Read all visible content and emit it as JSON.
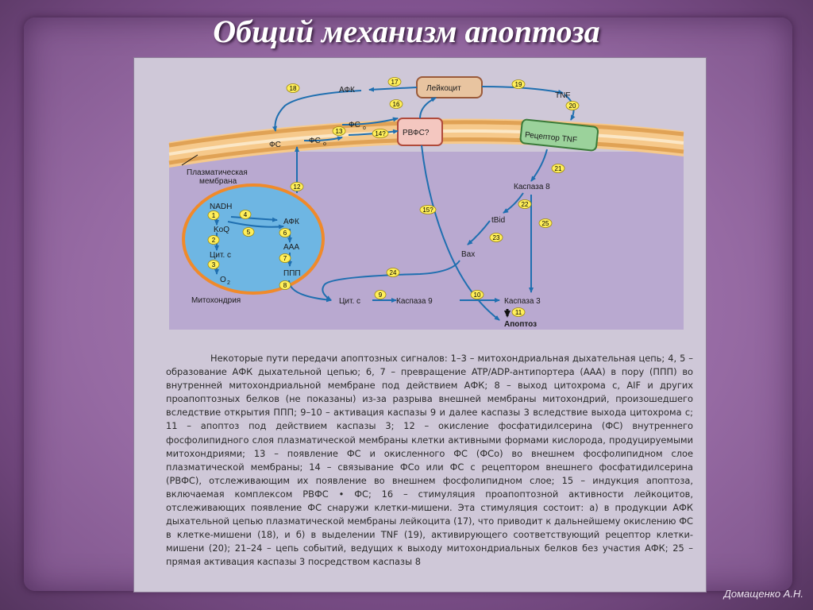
{
  "title": "Общий механизм апоптоза",
  "author": "Домащенко А.Н.",
  "diagram": {
    "labels": {
      "afk_top": "АФК",
      "leukocyte": "Лейкоцит",
      "tnf": "TNF",
      "rvfs": "РВФС?",
      "fs": "ФС",
      "fs_o_mid": "ФС",
      "fs_o_top": "ФС",
      "fs_o_sub": "о",
      "tnf_receptor": "Рецептор TNF",
      "membrane_label_1": "Плазматическая",
      "membrane_label_2": "мембрана",
      "nadh": "NADH",
      "koq": "KoQ",
      "cyt_c_mito": "Цит. с",
      "o2": "O",
      "o2_sub": "2",
      "afk_mito": "АФК",
      "aaa": "ААА",
      "ppp": "ППП",
      "mitochondria": "Митохондрия",
      "caspase8": "Каспаза 8",
      "tbid": "tBid",
      "bax": "Bax",
      "cyt_c": "Цит. с",
      "caspase9": "Каспаза 9",
      "caspase3": "Каспаза 3",
      "apoptosis": "Апоптоз"
    },
    "step_numbers": [
      "1",
      "2",
      "3",
      "4",
      "5",
      "6",
      "7",
      "8",
      "9",
      "10",
      "11",
      "12",
      "13",
      "14?",
      "15?",
      "16",
      "17",
      "18",
      "19",
      "20",
      "21",
      "22",
      "23",
      "24",
      "25"
    ]
  },
  "caption": "Некоторые пути передачи апоптозных сигналов: 1–3 – митохондриальная дыхательная цепь; 4, 5 – образование АФК дыхательной цепью; 6, 7 – превращение ATP/ADP-антипортера (ААА) в пору (ППП) во внутренней митохондриальной мембране под действием АФК; 8 – выход цитохрома с, AIF и других проапоптозных белков (не показаны) из-за разрыва внешней мембраны митохондрий, произошедшего вследствие открытия ППП; 9–10 – активация каспазы 9 и далее каспазы 3 вследствие выхода цитохрома с; 11 – апоптоз под действием каспазы 3; 12 – окисление фосфатидилсерина (ФС) внутреннего фосфолипидного слоя плазматической мембраны клетки активными формами кислорода, продуцируемыми митохондриями; 13 – появление ФС и окисленного ФС (ФСо) во внешнем фосфолипидном слое плазматической мембраны; 14 – связывание ФСо или ФС с рецептором внешнего фосфатидилсерина (РВФС), отслеживающим их появление во внешнем фосфолипидном слое; 15 – индукция апоптоза, включаемая комплексом РВФС • ФС; 16 – стимуляция проапоптозной активности лейкоцитов, отслеживающих появление ФС снаружи клетки-мишени. Эта стимуляция состоит: а) в продукции АФК дыхательной цепью плазматической мембраны лейкоцита (17), что приводит к дальнейшему окислению ФС в клетке-мишени (18), и б) в выделении TNF (19), активирующего соответствующий рецептор клетки-мишени (20); 21–24 – цепь событий, ведущих к выходу митохондриальных белков без участия АФК; 25 – прямая активация каспазы 3 посредством каспазы 8"
}
